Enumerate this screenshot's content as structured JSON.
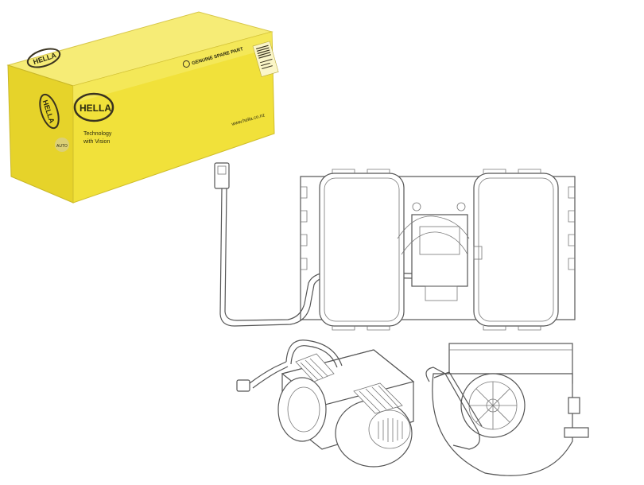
{
  "product_box": {
    "brand_logo_text": "HELLA",
    "side_brand_text": "HELLA",
    "tagline_line1": "Technology",
    "tagline_line2": "with Vision",
    "front_header": "GENUINE SPARE PART",
    "website": "www.hella.co.nz",
    "watermark": "AUTO",
    "colors": {
      "box_front": "#f2e33c",
      "box_side": "#e9d72a",
      "box_top": "#f7ee7a",
      "logo": "#3a3320"
    }
  },
  "diagrams": {
    "top_view": "blower-top-view",
    "iso_view": "blower-isometric-view",
    "side_view": "blower-side-view"
  }
}
